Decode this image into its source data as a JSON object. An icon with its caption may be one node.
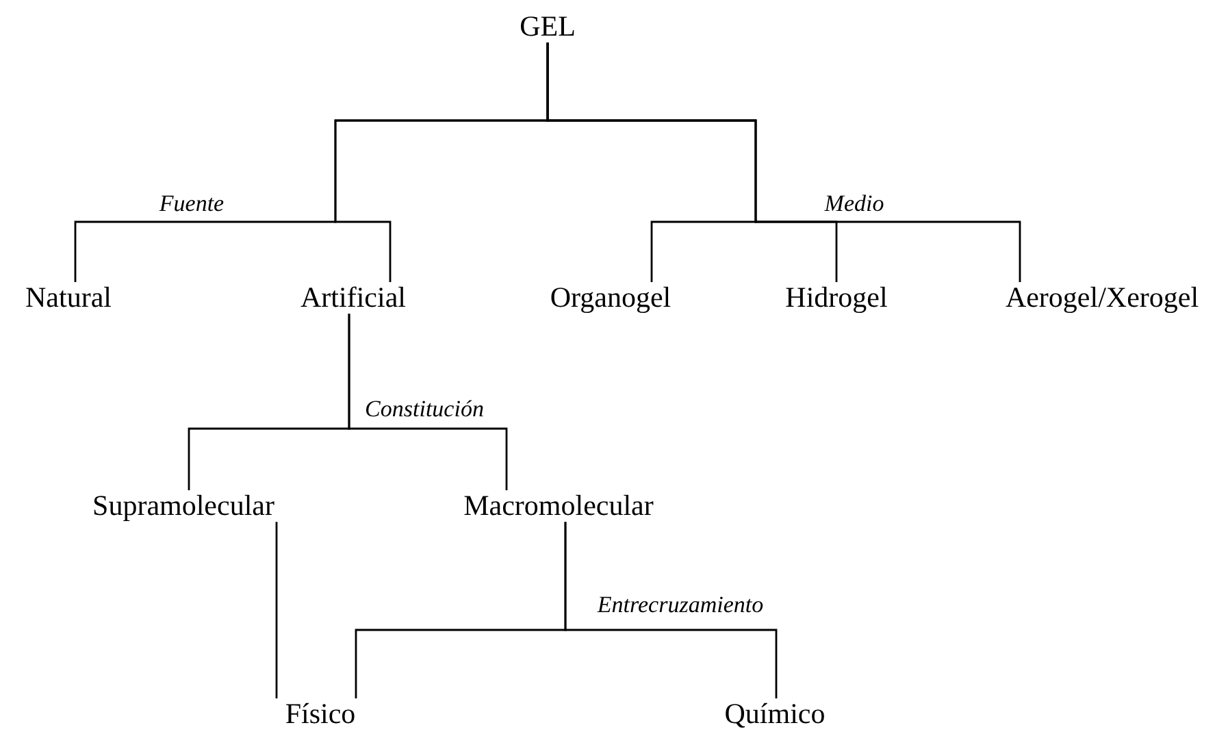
{
  "diagram": {
    "nodes": [
      {
        "text": [
          "GEL"
        ]
      },
      {
        "text": [
          "Natural"
        ]
      },
      {
        "text": [
          "Artificial"
        ]
      },
      {
        "text": [
          "Organogel"
        ]
      },
      {
        "text": [
          "Hidrogel"
        ]
      },
      {
        "text": [
          "Aerogel/Xerogel"
        ]
      },
      {
        "text": [
          "Supramolecular"
        ]
      },
      {
        "text": [
          "Macromolecular"
        ]
      },
      {
        "text": [
          "Físico"
        ]
      },
      {
        "text": [
          "Químico"
        ]
      }
    ],
    "edges": [
      {
        "from": 0,
        "to": 1,
        "arrow": "none"
      },
      {
        "from": 0,
        "to": 2,
        "arrow": "none"
      },
      {
        "from": 0,
        "to": 3,
        "arrow": "none"
      },
      {
        "from": 0,
        "to": 4,
        "arrow": "none"
      },
      {
        "from": 0,
        "to": 5,
        "arrow": "none"
      },
      {
        "from": 2,
        "to": 6,
        "arrow": "none"
      },
      {
        "from": 2,
        "to": 7,
        "arrow": "none"
      },
      {
        "from": 6,
        "to": 8,
        "arrow": "none"
      },
      {
        "from": 7,
        "to": 8,
        "arrow": "none"
      },
      {
        "from": 7,
        "to": 9,
        "arrow": "none"
      }
    ],
    "labels": [
      "Fuente",
      "Medio",
      "Constitución",
      "Entrecruzamiento"
    ]
  }
}
